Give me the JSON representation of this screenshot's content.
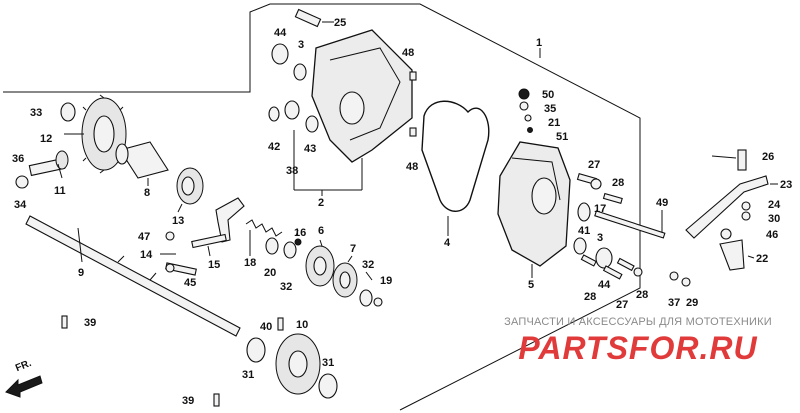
{
  "watermark": {
    "caption": "ЗАПЧАСТИ И АКСЕССУАРЫ ДЛЯ МОТОТЕХНИКИ",
    "logo": "PARTSFOR.RU",
    "accent_color": "#e03a3a"
  },
  "direction_marker": {
    "label": "FR."
  },
  "callouts": {
    "c1": "1",
    "c2": "2",
    "c3a": "3",
    "c3b": "3",
    "c4": "4",
    "c5": "5",
    "c6": "6",
    "c7": "7",
    "c8": "8",
    "c9": "9",
    "c10": "10",
    "c11": "11",
    "c12": "12",
    "c13": "13",
    "c14": "14",
    "c15": "15",
    "c16": "16",
    "c17": "17",
    "c18": "18",
    "c19": "19",
    "c20": "20",
    "c21": "21",
    "c22": "22",
    "c23": "23",
    "c24": "24",
    "c25": "25",
    "c26": "26",
    "c27a": "27",
    "c27b": "27",
    "c28a": "28",
    "c28b": "28",
    "c28c": "28",
    "c29": "29",
    "c30": "30",
    "c31a": "31",
    "c31b": "31",
    "c32a": "32",
    "c32b": "32",
    "c33": "33",
    "c34": "34",
    "c35": "35",
    "c36": "36",
    "c37": "37",
    "c38": "38",
    "c39a": "39",
    "c39b": "39",
    "c40": "40",
    "c41": "41",
    "c42": "42",
    "c43": "43",
    "c44a": "44",
    "c44b": "44",
    "c45": "45",
    "c46": "46",
    "c47": "47",
    "c48a": "48",
    "c48b": "48",
    "c49": "49",
    "c50": "50",
    "c51": "51"
  }
}
